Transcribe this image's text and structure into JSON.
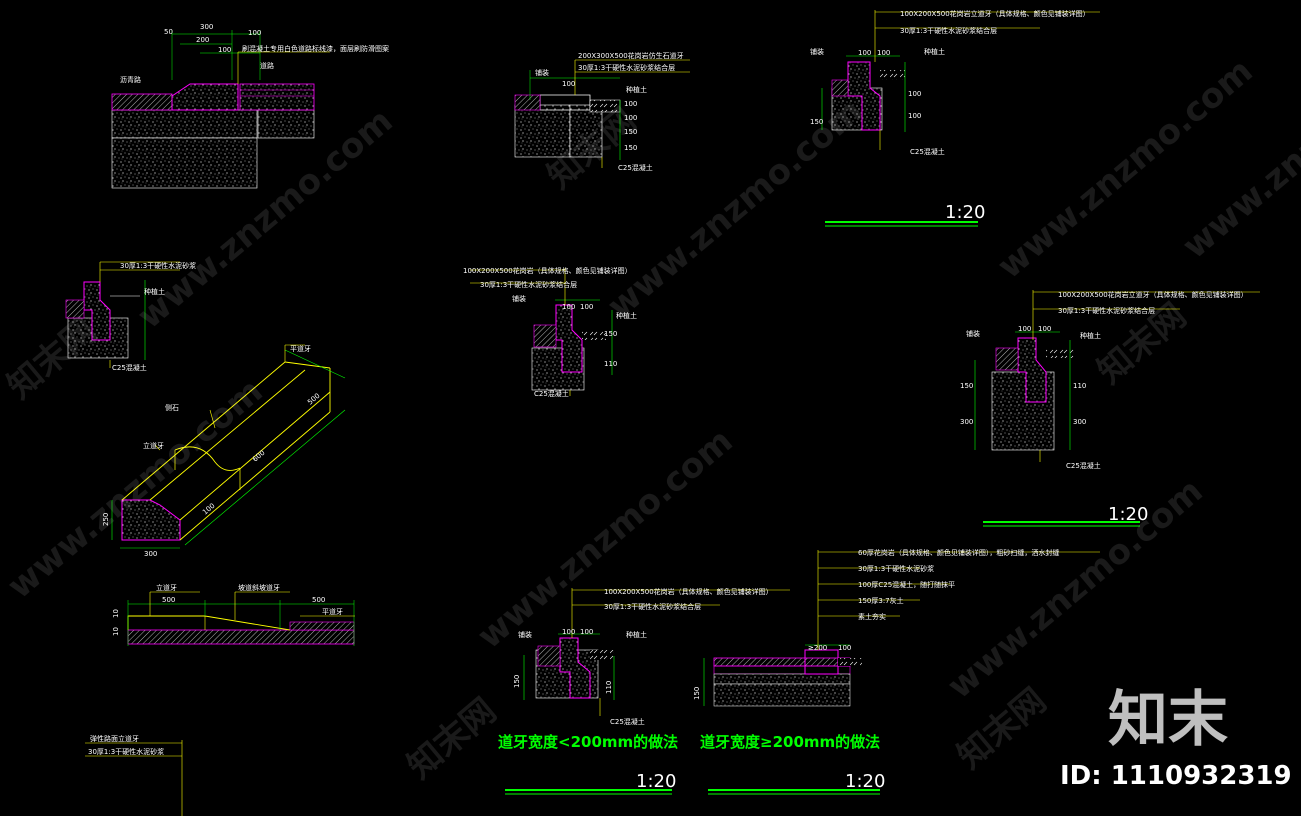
{
  "drawing": {
    "scales": [
      "1:20",
      "1:20",
      "1:20",
      "1:20"
    ],
    "captions": [
      "道牙宽度<200mm的做法",
      "道牙宽度≥200mm的做法"
    ],
    "detail_a": {
      "dims": [
        "300",
        "100",
        "200",
        "100",
        "50"
      ],
      "labels": [
        "刷混凝土专用白色道路标线漆，面层刷防滑图案",
        "道路",
        "沥青路"
      ]
    },
    "detail_b": {
      "labels": [
        "铺装",
        "200X300X500花岗岩仿生石道牙",
        "30厚1:3干硬性水泥砂浆结合层",
        "种植土",
        "C25混凝土"
      ],
      "dims": [
        "100",
        "100",
        "100",
        "150",
        "150"
      ]
    },
    "detail_c": {
      "labels": [
        "100X200X500花岗岩立道牙（具体规格、颜色见铺装详图）",
        "30厚1:3干硬性水泥砂浆结合层",
        "铺装",
        "种植土",
        "C25混凝土"
      ],
      "dims": [
        "100",
        "100",
        "150",
        "100",
        "100"
      ]
    },
    "detail_d": {
      "labels": [
        "100X200X500花岗岩立道牙（具体规格、颜色见铺装详图）",
        "30厚1:3干硬性水泥砂浆结合层",
        "铺装",
        "种植土",
        "C25混凝土"
      ],
      "dims": [
        "100",
        "100",
        "150",
        "110",
        "300",
        "300"
      ]
    },
    "detail_e": {
      "labels": [
        "100X200X500花岗岩（具体规格、颜色见铺装详图）",
        "30厚1:3干硬性水泥砂浆结合层",
        "铺装",
        "种植土",
        "C25混凝土"
      ],
      "dims": [
        "100",
        "100",
        "150",
        "110"
      ]
    },
    "detail_f": {
      "labels": [
        "60厚花岗岩（具体规格、颜色见铺装详图），粗砂扫缝，洒水封缝",
        "30厚1:3干硬性水泥砂浆",
        "100厚C25混凝土，随打随抹平",
        "150厚3:7灰土",
        "素土夯实"
      ],
      "dims": [
        "≥200",
        "100",
        "150"
      ]
    },
    "detail_g": {
      "labels": [
        "平道牙",
        "侧石",
        "立道牙"
      ],
      "dims": [
        "500",
        "600",
        "300",
        "250",
        "100"
      ]
    },
    "detail_h": {
      "labels": [
        "立道牙",
        "平道牙",
        "坡道斜坡道牙"
      ],
      "dims": [
        "500",
        "500",
        "10",
        "10"
      ]
    },
    "detail_i": {
      "labels": [
        "种植土",
        "C25混凝土",
        "30厚1:3干硬性水泥砂浆"
      ]
    },
    "detail_j": {
      "labels": [
        "弹性路面立道牙",
        "30厚1:3干硬性水泥砂浆"
      ]
    }
  },
  "watermark": {
    "texts": [
      "www.znzmo.com",
      "www.znzmo.com",
      "www.znzmo.com",
      "www.znzmo.com",
      "www.znzmo.com",
      "www.znzmo.com",
      "www.znzmo.com"
    ],
    "cn": [
      "知末网",
      "知末网",
      "知末网",
      "知末网",
      "知末网"
    ],
    "logo": "知末",
    "id": "ID: 1110932319"
  },
  "colors": {
    "background": "#000000",
    "outline": "#ff00ff",
    "dimension": "#00ff00",
    "leader": "#ffff00",
    "text": "#ffffff"
  }
}
